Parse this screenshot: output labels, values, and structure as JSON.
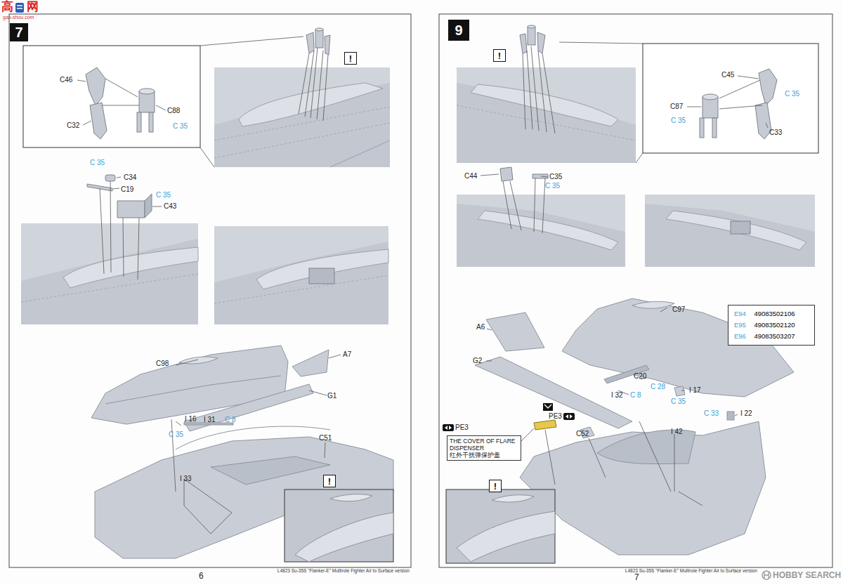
{
  "diagram": {
    "nodes": [
      {
        "text": [
          "7"
        ]
      },
      {
        "text": [
          "!"
        ]
      },
      {
        "text": [
          "!"
        ]
      },
      {
        "text": [
          "9"
        ]
      },
      {
        "text": [
          "!"
        ]
      },
      {
        "text": [
          "E94",
          "49083502106",
          "E95",
          "49083502120",
          "E96",
          "49083503207"
        ]
      },
      {
        "text": [
          "THE COVER OF FLARE DISPENSER",
          "红外干扰弹保护盖"
        ]
      },
      {
        "text": [
          "!"
        ]
      }
    ],
    "labels": [
      "高",
      "网",
      "gao-shou.com",
      "C46",
      "C88",
      "C32",
      "C 35",
      "C 35",
      "C34",
      "C19",
      "C 35",
      "C43",
      "C98",
      "A7",
      "G1",
      "I 16",
      "C 35",
      "I 31",
      "C 8",
      "C51",
      "I 33",
      "6",
      "L4823 Su-35S \"Flanker-E\" Multirole Fighter Air to Surface version",
      "C45",
      "C 35",
      "C87",
      "C 35",
      "C33",
      "C44",
      "C35",
      "C 35",
      "C97",
      "A6",
      "G2",
      "C20",
      "C 28",
      "I 32",
      "C 8",
      "I 17",
      "C 35",
      "C 33",
      "I 22",
      "PE3",
      "PE3",
      "C52",
      "I 42",
      "7",
      "L4823 Su-35S \"Flanker-E\" Multirole Fighter Air to Surface version",
      "HOBBY SEARCH"
    ]
  }
}
